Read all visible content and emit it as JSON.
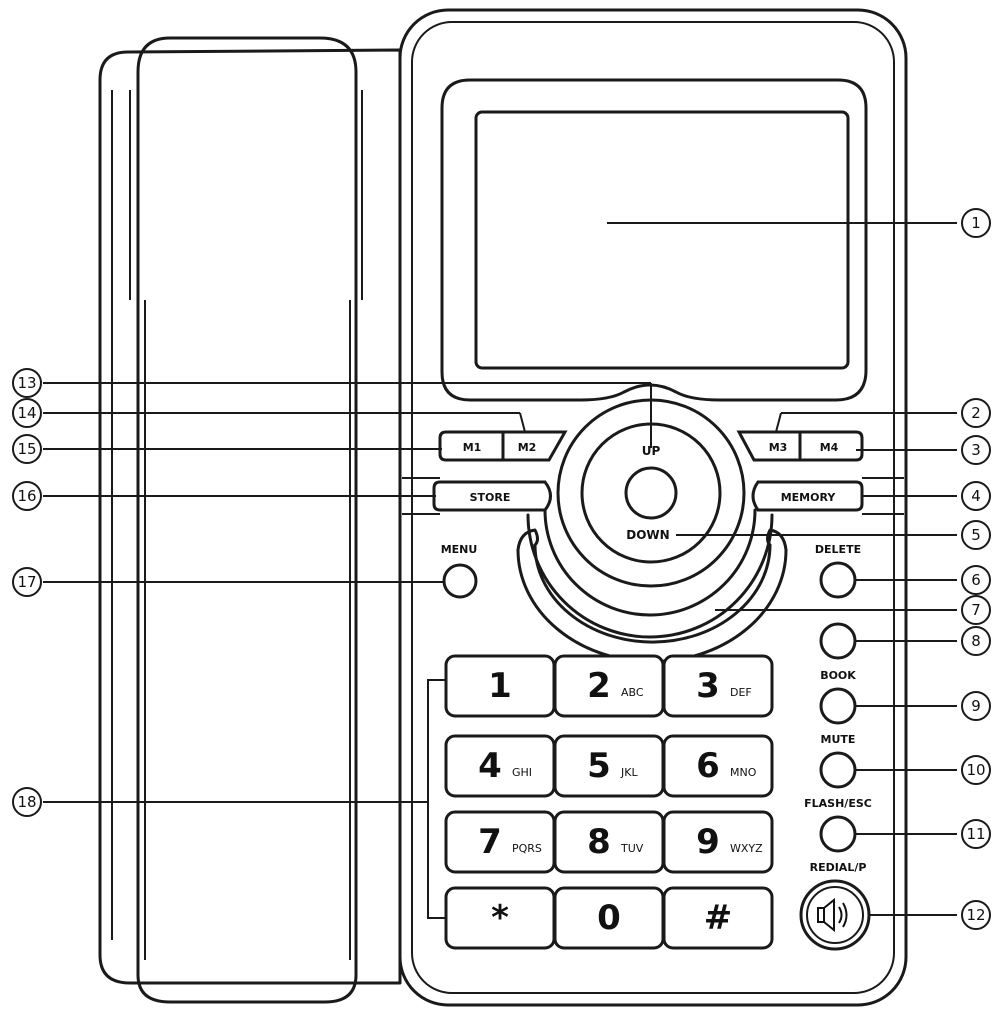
{
  "keys": {
    "up": "UP",
    "down": "DOWN",
    "m1": "M1",
    "m2": "M2",
    "m3": "M3",
    "m4": "M4",
    "store": "STORE",
    "memory": "MEMORY",
    "menu": "MENU",
    "delete": "DELETE",
    "book": "BOOK",
    "mute": "MUTE",
    "flash_esc": "FLASH/ESC",
    "redial_p": "REDIAL/P"
  },
  "keypad": [
    {
      "digit": "1",
      "letters": ""
    },
    {
      "digit": "2",
      "letters": "ABC"
    },
    {
      "digit": "3",
      "letters": "DEF"
    },
    {
      "digit": "4",
      "letters": "GHI"
    },
    {
      "digit": "5",
      "letters": "JKL"
    },
    {
      "digit": "6",
      "letters": "MNO"
    },
    {
      "digit": "7",
      "letters": "PQRS"
    },
    {
      "digit": "8",
      "letters": "TUV"
    },
    {
      "digit": "9",
      "letters": "WXYZ"
    },
    {
      "digit": "*",
      "letters": ""
    },
    {
      "digit": "0",
      "letters": ""
    },
    {
      "digit": "#",
      "letters": ""
    }
  ],
  "callouts": [
    "1",
    "2",
    "3",
    "4",
    "5",
    "6",
    "7",
    "8",
    "9",
    "10",
    "11",
    "12",
    "13",
    "14",
    "15",
    "16",
    "17",
    "18"
  ]
}
